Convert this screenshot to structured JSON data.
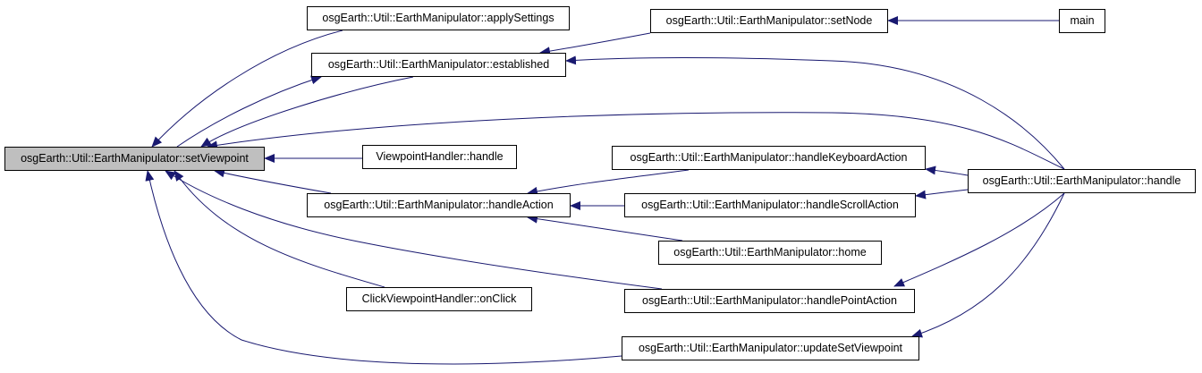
{
  "colors": {
    "edge": "#191970",
    "root_fill": "#bfbfbf",
    "node_fill": "#ffffff",
    "node_border": "#000000"
  },
  "nodes": {
    "setViewpoint": "osgEarth::Util::EarthManipulator::setViewpoint",
    "applySettings": "osgEarth::Util::EarthManipulator::applySettings",
    "established": "osgEarth::Util::EarthManipulator::established",
    "setNode": "osgEarth::Util::EarthManipulator::setNode",
    "main": "main",
    "viewpointHandler": "ViewpointHandler::handle",
    "handleAction": "osgEarth::Util::EarthManipulator::handleAction",
    "handleKeyboardAction": "osgEarth::Util::EarthManipulator::handleKeyboardAction",
    "handleScrollAction": "osgEarth::Util::EarthManipulator::handleScrollAction",
    "home": "osgEarth::Util::EarthManipulator::home",
    "handle": "osgEarth::Util::EarthManipulator::handle",
    "clickViewpointHandler": "ClickViewpointHandler::onClick",
    "handlePointAction": "osgEarth::Util::EarthManipulator::handlePointAction",
    "updateSetViewpoint": "osgEarth::Util::EarthManipulator::updateSetViewpoint"
  },
  "edges": [
    {
      "from": "applySettings",
      "to": "setViewpoint"
    },
    {
      "from": "established",
      "to": "setViewpoint"
    },
    {
      "from": "setViewpoint",
      "to": "established"
    },
    {
      "from": "setNode",
      "to": "established"
    },
    {
      "from": "main",
      "to": "setNode"
    },
    {
      "from": "handle",
      "to": "established"
    },
    {
      "from": "handle",
      "to": "setViewpoint"
    },
    {
      "from": "viewpointHandler",
      "to": "setViewpoint"
    },
    {
      "from": "handleAction",
      "to": "setViewpoint"
    },
    {
      "from": "handleKeyboardAction",
      "to": "handleAction"
    },
    {
      "from": "handleScrollAction",
      "to": "handleAction"
    },
    {
      "from": "home",
      "to": "handleAction"
    },
    {
      "from": "handle",
      "to": "handleKeyboardAction"
    },
    {
      "from": "handle",
      "to": "handleScrollAction"
    },
    {
      "from": "handlePointAction",
      "to": "setViewpoint"
    },
    {
      "from": "handle",
      "to": "handlePointAction"
    },
    {
      "from": "clickViewpointHandler",
      "to": "setViewpoint"
    },
    {
      "from": "updateSetViewpoint",
      "to": "setViewpoint"
    },
    {
      "from": "handle",
      "to": "updateSetViewpoint"
    }
  ]
}
